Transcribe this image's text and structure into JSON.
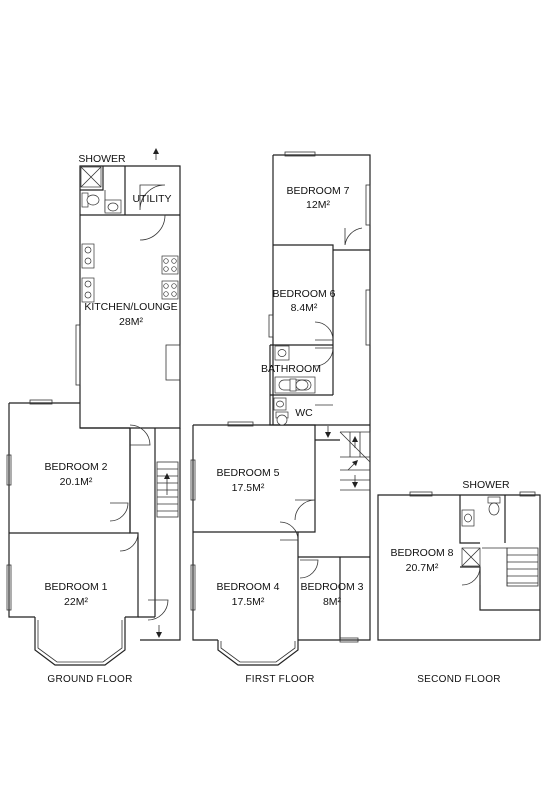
{
  "floors": {
    "ground": {
      "label": "GROUND FLOOR",
      "rooms": {
        "shower": {
          "name": "SHOWER"
        },
        "utility": {
          "name": "UTILITY"
        },
        "kitchen": {
          "name": "KITCHEN/LOUNGE",
          "area": "28M²"
        },
        "bedroom2": {
          "name": "BEDROOM 2",
          "area": "20.1M²"
        },
        "bedroom1": {
          "name": "BEDROOM 1",
          "area": "22M²"
        }
      }
    },
    "first": {
      "label": "FIRST FLOOR",
      "rooms": {
        "bedroom7": {
          "name": "BEDROOM 7",
          "area": "12M²"
        },
        "bedroom6": {
          "name": "BEDROOM 6",
          "area": "8.4M²"
        },
        "bathroom": {
          "name": "BATHROOM"
        },
        "wc": {
          "name": "WC"
        },
        "bedroom5": {
          "name": "BEDROOM 5",
          "area": "17.5M²"
        },
        "bedroom4": {
          "name": "BEDROOM 4",
          "area": "17.5M²"
        },
        "bedroom3": {
          "name": "BEDROOM 3",
          "area": "8M²"
        }
      }
    },
    "second": {
      "label": "SECOND FLOOR",
      "rooms": {
        "shower": {
          "name": "SHOWER"
        },
        "bedroom8": {
          "name": "BEDROOM 8",
          "area": "20.7M²"
        }
      }
    }
  },
  "icons": {
    "entrance_arrow": "up-arrow-icon",
    "exit_arrow": "down-arrow-icon",
    "stair_arrow": "stair-direction-icon",
    "sink": "sink-icon",
    "toilet": "toilet-icon",
    "hob": "hob-icon",
    "bath": "bath-icon",
    "shower_tray": "shower-tray-icon"
  },
  "colors": {
    "wall": "#222222",
    "background": "#ffffff",
    "text": "#111111"
  }
}
